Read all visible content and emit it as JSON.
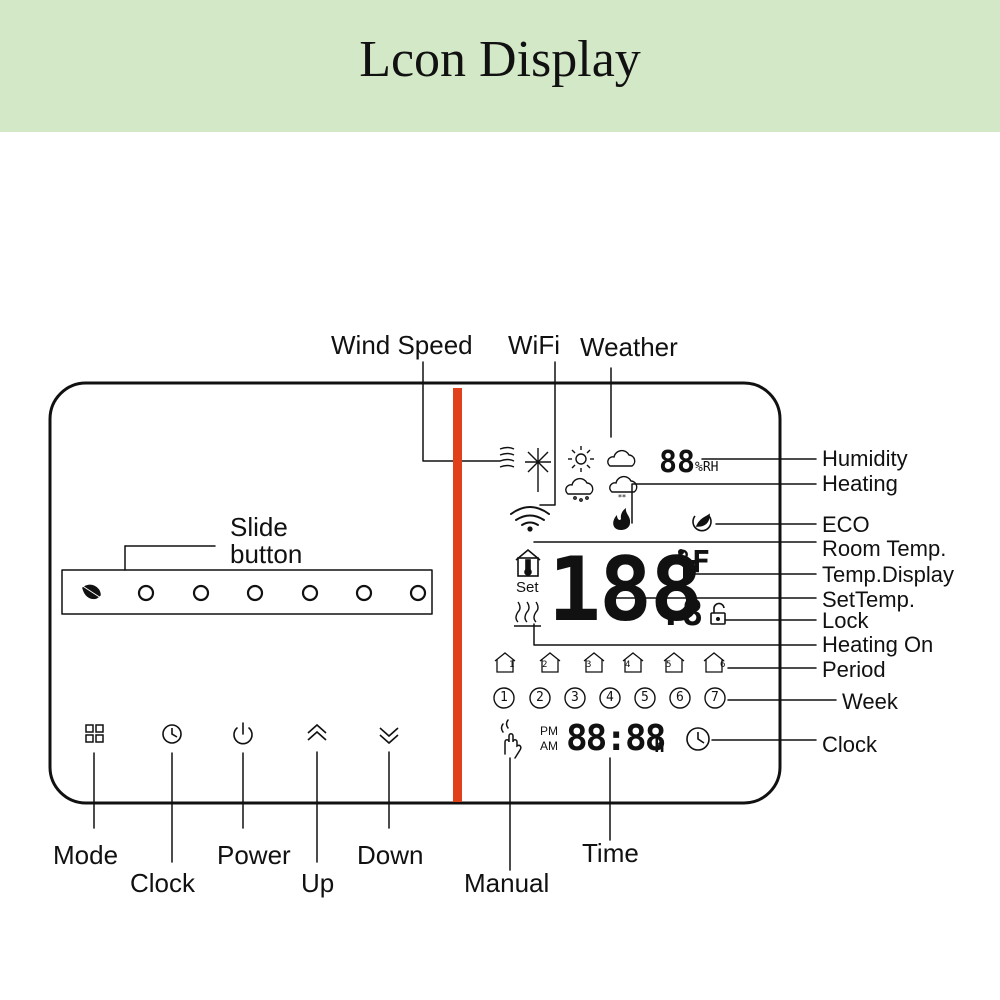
{
  "title": "Lcon Display",
  "colors": {
    "header_bg": "#d3e8c7",
    "divider": "#e0401a"
  },
  "slide": {
    "label_line1": "Slide",
    "label_line2": "button"
  },
  "left_buttons": [
    {
      "icon": "mode-icon",
      "label": "Mode"
    },
    {
      "icon": "clock-icon",
      "label": "Clock"
    },
    {
      "icon": "power-icon",
      "label": "Power"
    },
    {
      "icon": "up-icon",
      "label": "Up"
    },
    {
      "icon": "down-icon",
      "label": "Down"
    }
  ],
  "top_labels": {
    "wind_speed": "Wind Speed",
    "wifi": "WiFi",
    "weather": "Weather"
  },
  "right_labels": {
    "humidity": "Humidity",
    "heating": "Heating",
    "eco": "ECO",
    "room_temp": "Room Temp.",
    "temp_display": "Temp.Display",
    "set_temp": "SetTemp.",
    "lock": "Lock",
    "heating_on": "Heating On",
    "period": "Period",
    "week": "Week",
    "clock": "Clock"
  },
  "bottom_labels": {
    "manual": "Manual",
    "time": "Time"
  },
  "lcd": {
    "humidity_digits": "88",
    "humidity_unit": "%RH",
    "temp_digits": "188",
    "decimal": ".8",
    "unit": "°F",
    "set": "Set",
    "pm": "PM",
    "am": "AM",
    "time": "88:88",
    "hour_unit": "h",
    "periods": [
      "1",
      "2",
      "3",
      "4",
      "5",
      "6"
    ],
    "week": [
      "1",
      "2",
      "3",
      "4",
      "5",
      "6",
      "7"
    ]
  }
}
